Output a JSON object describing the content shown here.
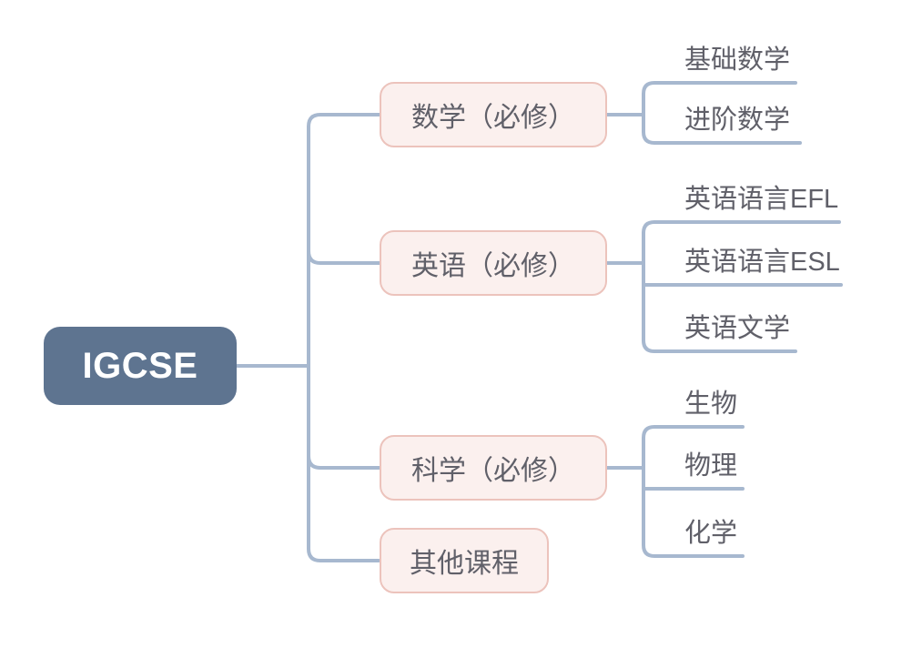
{
  "colors": {
    "background": "#ffffff",
    "connector": "#a7b8cf",
    "root_fill": "#5e7490",
    "root_text": "#ffffff",
    "branch_fill": "#fbf0ee",
    "branch_border": "#ecc3bc",
    "text": "#606069"
  },
  "mindmap": {
    "root": {
      "label": "IGCSE"
    },
    "branches": [
      {
        "label": "数学（必修）",
        "children": [
          {
            "label": "基础数学"
          },
          {
            "label": "进阶数学"
          }
        ]
      },
      {
        "label": "英语（必修）",
        "children": [
          {
            "label": "英语语言EFL"
          },
          {
            "label": "英语语言ESL"
          },
          {
            "label": "英语文学"
          }
        ]
      },
      {
        "label": "科学（必修）",
        "children": [
          {
            "label": "生物"
          },
          {
            "label": "物理"
          },
          {
            "label": "化学"
          }
        ]
      },
      {
        "label": "其他课程",
        "children": []
      }
    ]
  }
}
